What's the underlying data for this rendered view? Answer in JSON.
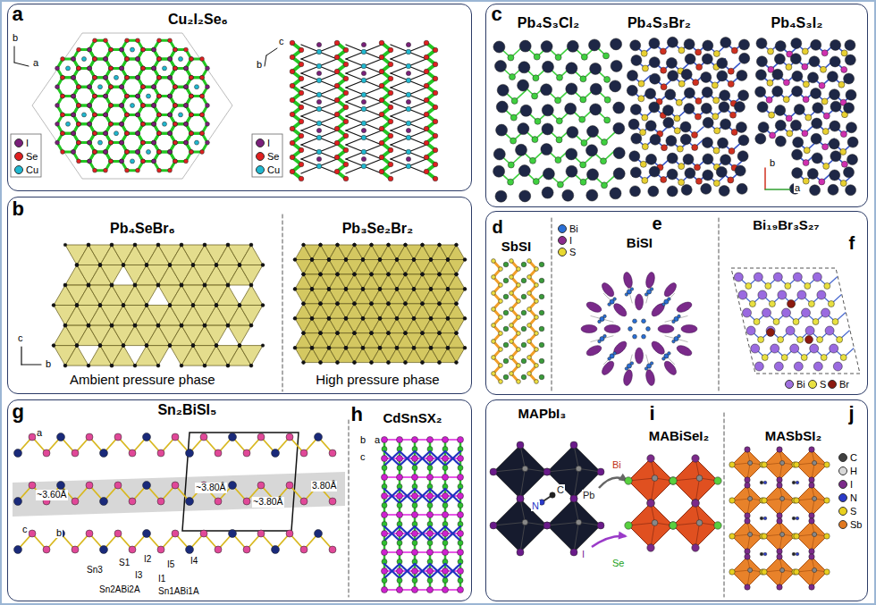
{
  "diagram": {
    "nodes": [
      {
        "text": [
          "a",
          "Cu₂I₂Se₆"
        ]
      },
      {
        "text": [
          "b",
          "Pb₄SeBr₆",
          "Pb₃Se₂Br₂",
          "Ambient pressure phase",
          "High pressure phase"
        ]
      },
      {
        "text": [
          "c",
          "Pb₄S₃Cl₂",
          "Pb₄S₃Br₂",
          "Pb₄S₃I₂"
        ]
      },
      {
        "text": [
          "d",
          "SbSI",
          "e",
          "BiSI",
          "Bi₁₉Br₃S₂₇",
          "f"
        ]
      },
      {
        "text": [
          "g",
          "Sn₂BiSI₅",
          "h",
          "CdSnSX₂"
        ]
      },
      {
        "text": [
          "MAPbI₃",
          "i",
          "MABiSeI₂",
          "j",
          "MASbSI₂"
        ]
      }
    ],
    "labels": [
      "b",
      "a",
      "c",
      "b",
      "c",
      "b",
      "b",
      "a",
      "~3.60Å",
      "~3.80Å",
      "~3.80Å",
      "3.80Å",
      "Sn3",
      "S1",
      "I2",
      "I5",
      "I4",
      "I3",
      "I1",
      "Sn2ABi2A",
      "Sn1ABi1A",
      "a",
      "c",
      "b",
      "b",
      "a",
      "c",
      "Pb",
      "I",
      "N",
      "C",
      "Bi",
      "Se"
    ],
    "legend": [
      {
        "text": "I",
        "color": "#7a1f7a"
      },
      {
        "text": "Se",
        "color": "#e02020"
      },
      {
        "text": "Cu",
        "color": "#20b8d0"
      },
      {
        "text": "I",
        "color": "#7a1f7a"
      },
      {
        "text": "Se",
        "color": "#e02020"
      },
      {
        "text": "Cu",
        "color": "#20b8d0"
      },
      {
        "text": "Bi",
        "color": "#2a6fd6"
      },
      {
        "text": "I",
        "color": "#8b2a8b"
      },
      {
        "text": "S",
        "color": "#e8d830"
      },
      {
        "text": "Bi",
        "color": "#a070e0"
      },
      {
        "text": "S",
        "color": "#e8e040"
      },
      {
        "text": "Br",
        "color": "#8b1a10"
      },
      {
        "text": "C",
        "color": "#404040"
      },
      {
        "text": "H",
        "color": "#d8d8d8"
      },
      {
        "text": "I",
        "color": "#7b2a8a"
      },
      {
        "text": "N",
        "color": "#2a3ac8"
      },
      {
        "text": "S",
        "color": "#e8d020"
      },
      {
        "text": "Sb",
        "color": "#e07820"
      }
    ]
  }
}
